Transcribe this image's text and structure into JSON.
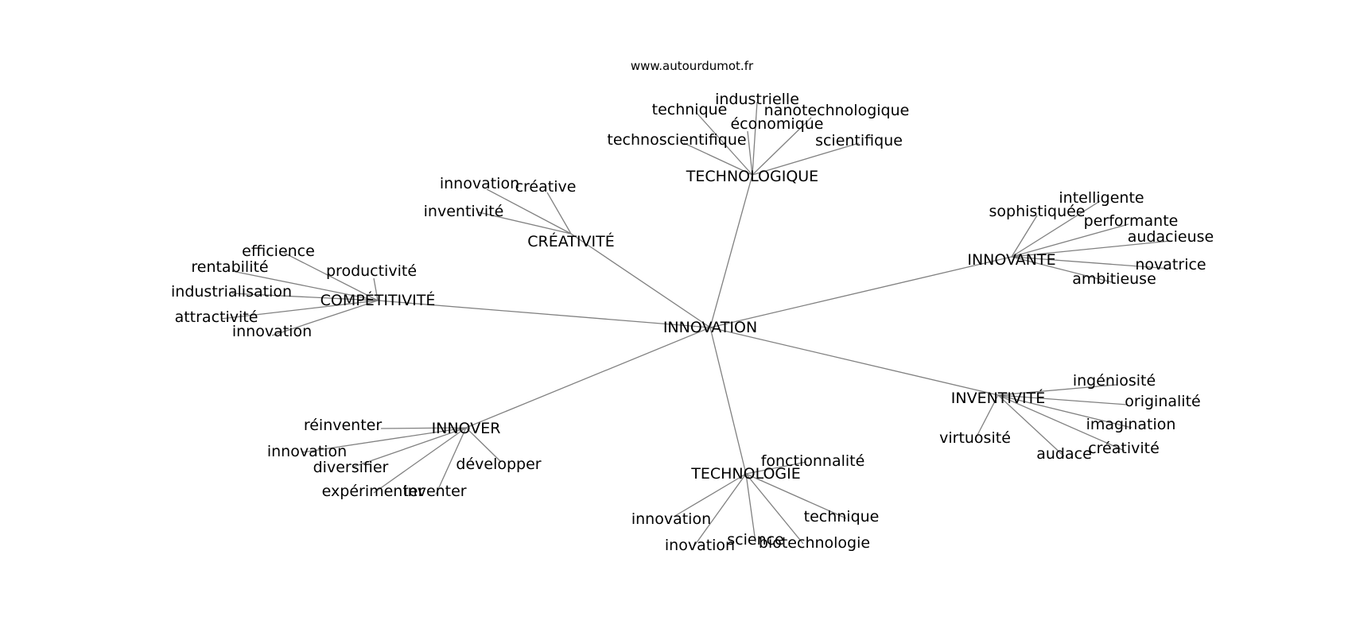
{
  "site": "www.autourdumot.fr",
  "colors": {
    "edge": "#808080",
    "text": "#000000",
    "background": "#ffffff"
  },
  "hub": "INNOVATION",
  "groups": [
    {
      "id": "technologique",
      "label": "TECHNOLOGIQUE",
      "words": [
        "industrielle",
        "technique",
        "nanotechnologique",
        "économique",
        "technoscientifique",
        "scientifique"
      ]
    },
    {
      "id": "creativite",
      "label": "CRÉATIVITÉ",
      "words": [
        "innovation",
        "créative",
        "inventivité"
      ]
    },
    {
      "id": "competitivite",
      "label": "COMPÉTITIVITÉ",
      "words": [
        "efficience",
        "rentabilité",
        "productivité",
        "industrialisation",
        "attractivité",
        "innovation"
      ]
    },
    {
      "id": "innovante",
      "label": "INNOVANTE",
      "words": [
        "intelligente",
        "sophistiquée",
        "performante",
        "audacieuse",
        "novatrice",
        "ambitieuse"
      ]
    },
    {
      "id": "inventivite",
      "label": "INVENTIVITÉ",
      "words": [
        "ingéniosité",
        "originalité",
        "imagination",
        "virtuosité",
        "créativité",
        "audace"
      ]
    },
    {
      "id": "innover",
      "label": "INNOVER",
      "words": [
        "réinventer",
        "innovation",
        "diversifier",
        "développer",
        "expérimenter",
        "inventer"
      ]
    },
    {
      "id": "technologie",
      "label": "TECHNOLOGIE",
      "words": [
        "fonctionnalité",
        "innovation",
        "technique",
        "inovation",
        "science",
        "biotechnologie"
      ]
    }
  ]
}
